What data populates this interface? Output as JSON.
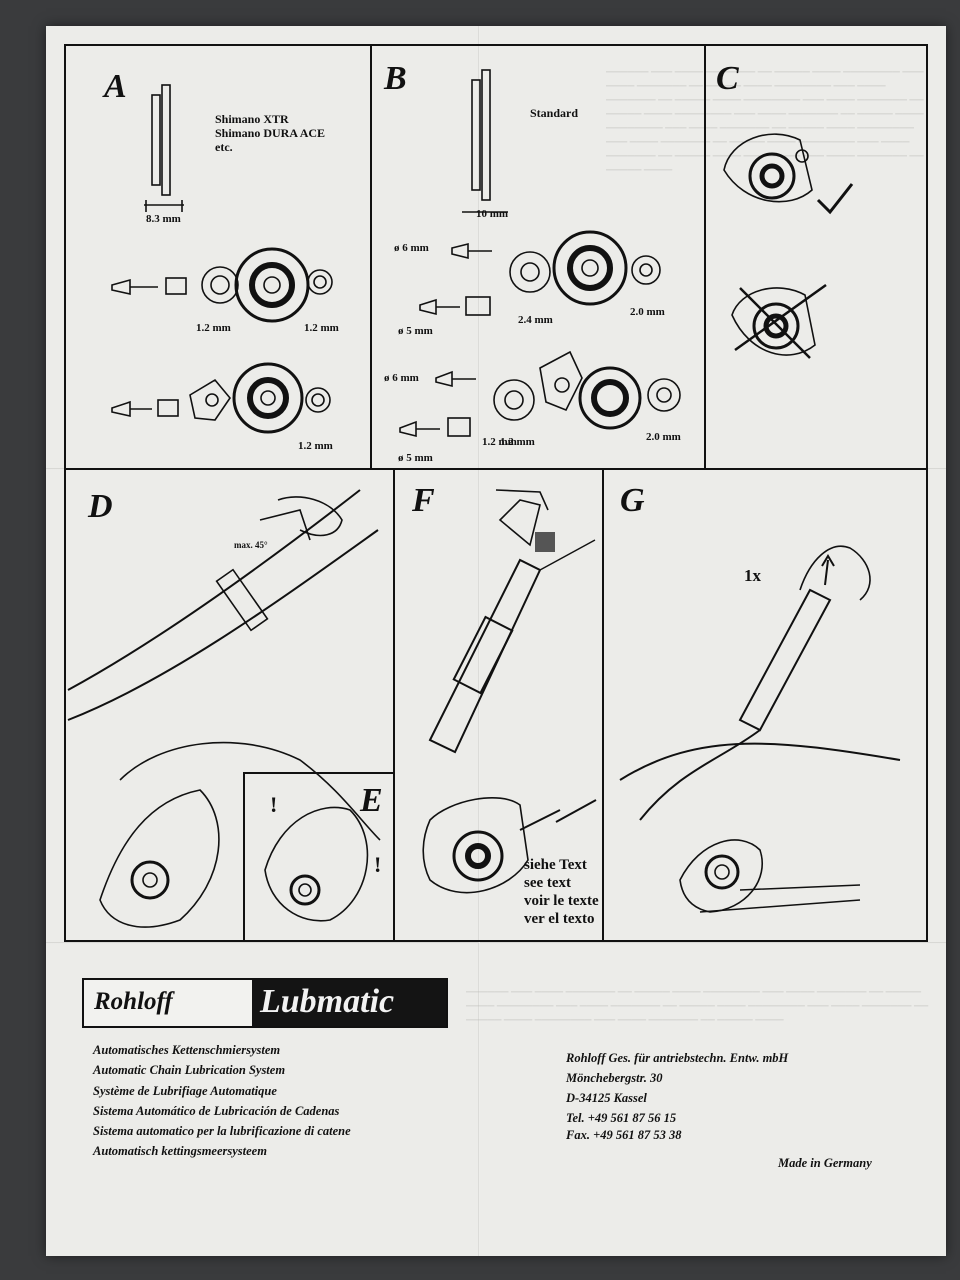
{
  "panels": {
    "a": {
      "letter": "A",
      "models": [
        "Shimano XTR",
        "Shimano DURA ACE",
        "etc."
      ],
      "width": "8.3 mm",
      "spacer1": "1.2 mm",
      "spacer2": "1.2 mm",
      "spacer3": "1.2 mm"
    },
    "b": {
      "letter": "B",
      "title": "Standard",
      "width": "10 mm",
      "d1": "ø 6 mm",
      "d2": "ø 5 mm",
      "spacer1": "2.4 mm",
      "spacer2": "2.0 mm",
      "d3": "ø 6 mm",
      "d4": "ø 5 mm",
      "spacer3": "1.2 mm",
      "spacer4": "1.2 mm",
      "spacer5": "2.0 mm"
    },
    "c": {
      "letter": "C"
    },
    "d": {
      "letter": "D",
      "angle": "max. 45°"
    },
    "e": {
      "letter": "E",
      "refs": [
        "siehe Text",
        "see text",
        "voir le texte",
        "ver el texto"
      ]
    },
    "f": {
      "letter": "F"
    },
    "g": {
      "letter": "G",
      "count": "1x"
    }
  },
  "brand": {
    "name": "Rohloff",
    "product": "Lubmatic"
  },
  "systems": [
    "Automatisches Kettenschmiersystem",
    "Automatic Chain Lubrication System",
    "Système de Lubrifiage Automatique",
    "Sistema Automático de Lubricación de Cadenas",
    "Sistema automatico per la lubrificazione di catene",
    "Automatisch kettingsmeersysteem"
  ],
  "address": {
    "company": "Rohloff Ges. für antriebstechn. Entw. mbH",
    "street": "Mönchebergstr. 30",
    "city": "D-34125 Kassel",
    "tel": "Tel.  +49 561 87 56 15",
    "fax": "Fax. +49 561 87 53 38"
  },
  "made_in": "Made in Germany",
  "colors": {
    "paper": "#ecece9",
    "ink": "#111111",
    "background": "#3a3b3d"
  }
}
